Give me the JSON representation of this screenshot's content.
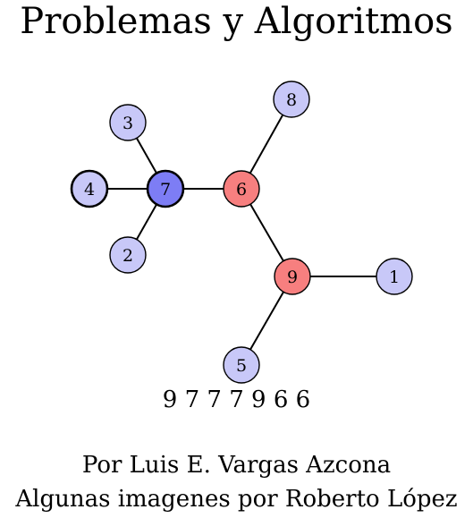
{
  "title": "Problemas y Algoritmos",
  "graph": {
    "nodes": [
      {
        "label": "3",
        "state": "normal",
        "fill": "#c8c8f8"
      },
      {
        "label": "8",
        "state": "normal",
        "fill": "#c8c8f8"
      },
      {
        "label": "4",
        "state": "outlined",
        "fill": "#c8c8f8"
      },
      {
        "label": "7",
        "state": "active",
        "fill": "#7d7df5"
      },
      {
        "label": "6",
        "state": "removed",
        "fill": "#f77f7f"
      },
      {
        "label": "2",
        "state": "normal",
        "fill": "#c8c8f8"
      },
      {
        "label": "9",
        "state": "removed",
        "fill": "#f77f7f"
      },
      {
        "label": "1",
        "state": "normal",
        "fill": "#c8c8f8"
      },
      {
        "label": "5",
        "state": "normal",
        "fill": "#c8c8f8"
      }
    ],
    "edges": [
      [
        "3",
        "7"
      ],
      [
        "4",
        "7"
      ],
      [
        "2",
        "7"
      ],
      [
        "7",
        "6"
      ],
      [
        "6",
        "8"
      ],
      [
        "6",
        "9"
      ],
      [
        "9",
        "1"
      ],
      [
        "9",
        "5"
      ]
    ]
  },
  "sequence": "9 7 7 7 9 6 6",
  "author": "Por Luis E. Vargas Azcona",
  "credits": "Algunas imagenes por Roberto López"
}
